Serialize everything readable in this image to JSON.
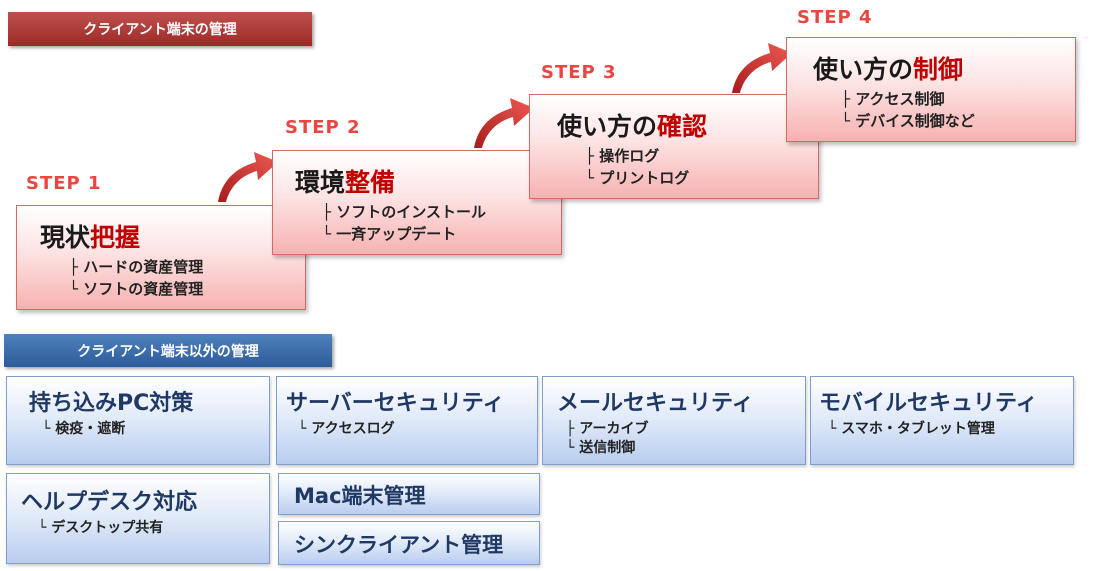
{
  "header": {
    "title": "クライアント端末の管理"
  },
  "steps": [
    {
      "label": "STEP 1",
      "title_plain": "現状",
      "title_highlight": "把握",
      "items": [
        "├ ハードの資産管理",
        "└ ソフトの資産管理"
      ]
    },
    {
      "label": "STEP 2",
      "title_plain": "環境",
      "title_highlight": "整備",
      "items": [
        "├ ソフトのインストール",
        "└ 一斉アップデート"
      ]
    },
    {
      "label": "STEP 3",
      "title_plain": "使い方の",
      "title_highlight": "確認",
      "items": [
        "├ 操作ログ",
        "└ プリントログ"
      ]
    },
    {
      "label": "STEP 4",
      "title_plain": "使い方の",
      "title_highlight": "制御",
      "items": [
        "├ アクセス制御",
        "└ デバイス制御など"
      ]
    }
  ],
  "other": {
    "title": "クライアント端末以外の管理",
    "boxes": [
      {
        "title": "持ち込みPC対策",
        "items": [
          "└ 検疫・遮断"
        ]
      },
      {
        "title": "サーバーセキュリティ",
        "items": [
          "└ アクセスログ"
        ]
      },
      {
        "title": "メールセキュリティ",
        "items": [
          "├ アーカイブ",
          "└ 送信制御"
        ]
      },
      {
        "title": "モバイルセキュリティ",
        "items": [
          "└ スマホ・タブレット管理"
        ]
      },
      {
        "title": "ヘルプデスク対応",
        "items": [
          "└ デスクトップ共有"
        ]
      },
      {
        "title": "Mac端末管理",
        "items": []
      },
      {
        "title": "シンクライアント管理",
        "items": []
      }
    ]
  },
  "colors": {
    "step_label": "#e8463f",
    "highlight": "#c00000",
    "blue_title": "#1f3864"
  }
}
